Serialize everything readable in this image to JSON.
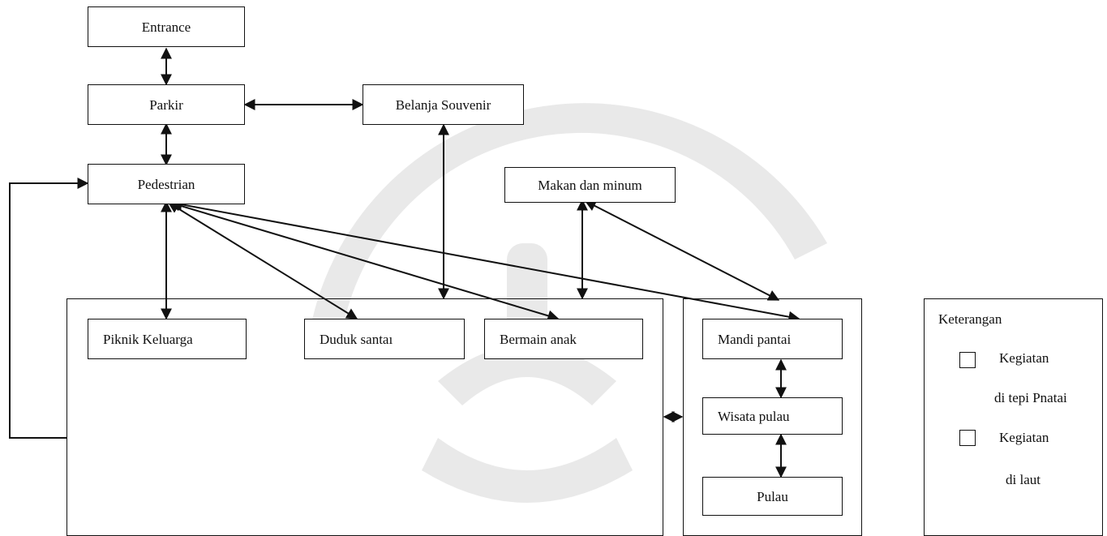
{
  "diagram": {
    "nodes": {
      "entrance": "Entrance",
      "parkir": "Parkir",
      "belanja_souvenir": "Belanja Souvenir",
      "pedestrian": "Pedestrian",
      "makan_dan_minum": "Makan dan minum",
      "piknik_keluarga": "Piknik Keluarga",
      "duduk_santai": "Duduk santaı",
      "bermain_anak": "Bermain anak",
      "mandi_pantai": "Mandi pantai",
      "wisata_pulau": "Wisata pulau",
      "pulau": "Pulau"
    },
    "legend": {
      "title": "Keterangan",
      "item1_line1": "Kegiatan",
      "item1_line2": "di tepi Pnatai",
      "item2_line1": "Kegiatan",
      "item2_line2": "di laut"
    },
    "colors": {
      "line": "#111111",
      "watermark": "#e9e9e9"
    }
  }
}
